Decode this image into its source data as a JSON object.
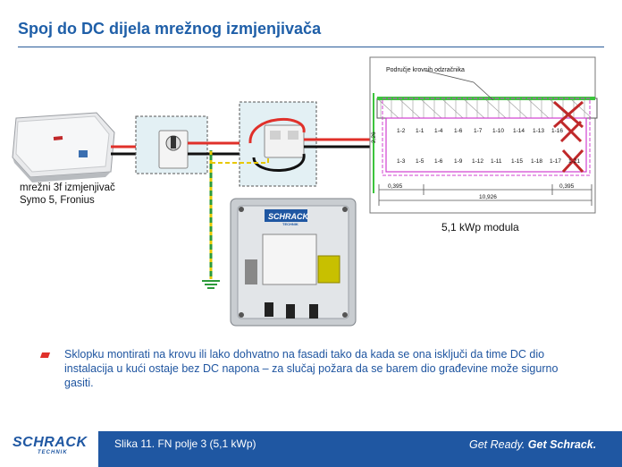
{
  "slide": {
    "title": "Spoj do DC dijela mrežnog izmjenjivača",
    "inverter_label_line1": "mrežni 3f izmjenjivač",
    "inverter_label_line2": "Symo 5, Fronius",
    "modules_label": "5,1 kWp modula",
    "roof_label": "Područje krovnih odzračnika",
    "dim_left": "0,395",
    "dim_total": "10,926",
    "dim_right": "0,395",
    "dim_height": "2,26",
    "row1_modules": [
      "1-2",
      "1-1",
      "1-4",
      "1-6",
      "1-7",
      "1-10",
      "1-14",
      "1-13",
      "1-16"
    ],
    "row2_modules": [
      "1-3",
      "1-5",
      "1-6",
      "1-9",
      "1-12",
      "1-11",
      "1-15",
      "1-18",
      "1-17",
      "1-21"
    ],
    "box_brand": "SCHRACK",
    "box_brand_sub": "TECHNIK",
    "note": "Sklopku montirati na krovu ili lako dohvatno na fasadi tako da kada se ona isključi da time DC dio instalacija u kući ostaje bez DC napona – za slučaj požara da se barem dio građevine može sigurno gasiti."
  },
  "footer": {
    "logo": "SCHRACK",
    "logo_sub": "TECHNIK",
    "caption": "Slika 11. FN polje 3  (5,1 kWp)",
    "slogan_a": "Get Ready.",
    "slogan_b": "Get Schrack."
  },
  "colors": {
    "accent": "#1f5fa8",
    "footer": "#1f57a2",
    "cable_red": "#e0302a",
    "ground": "#e8c800"
  }
}
